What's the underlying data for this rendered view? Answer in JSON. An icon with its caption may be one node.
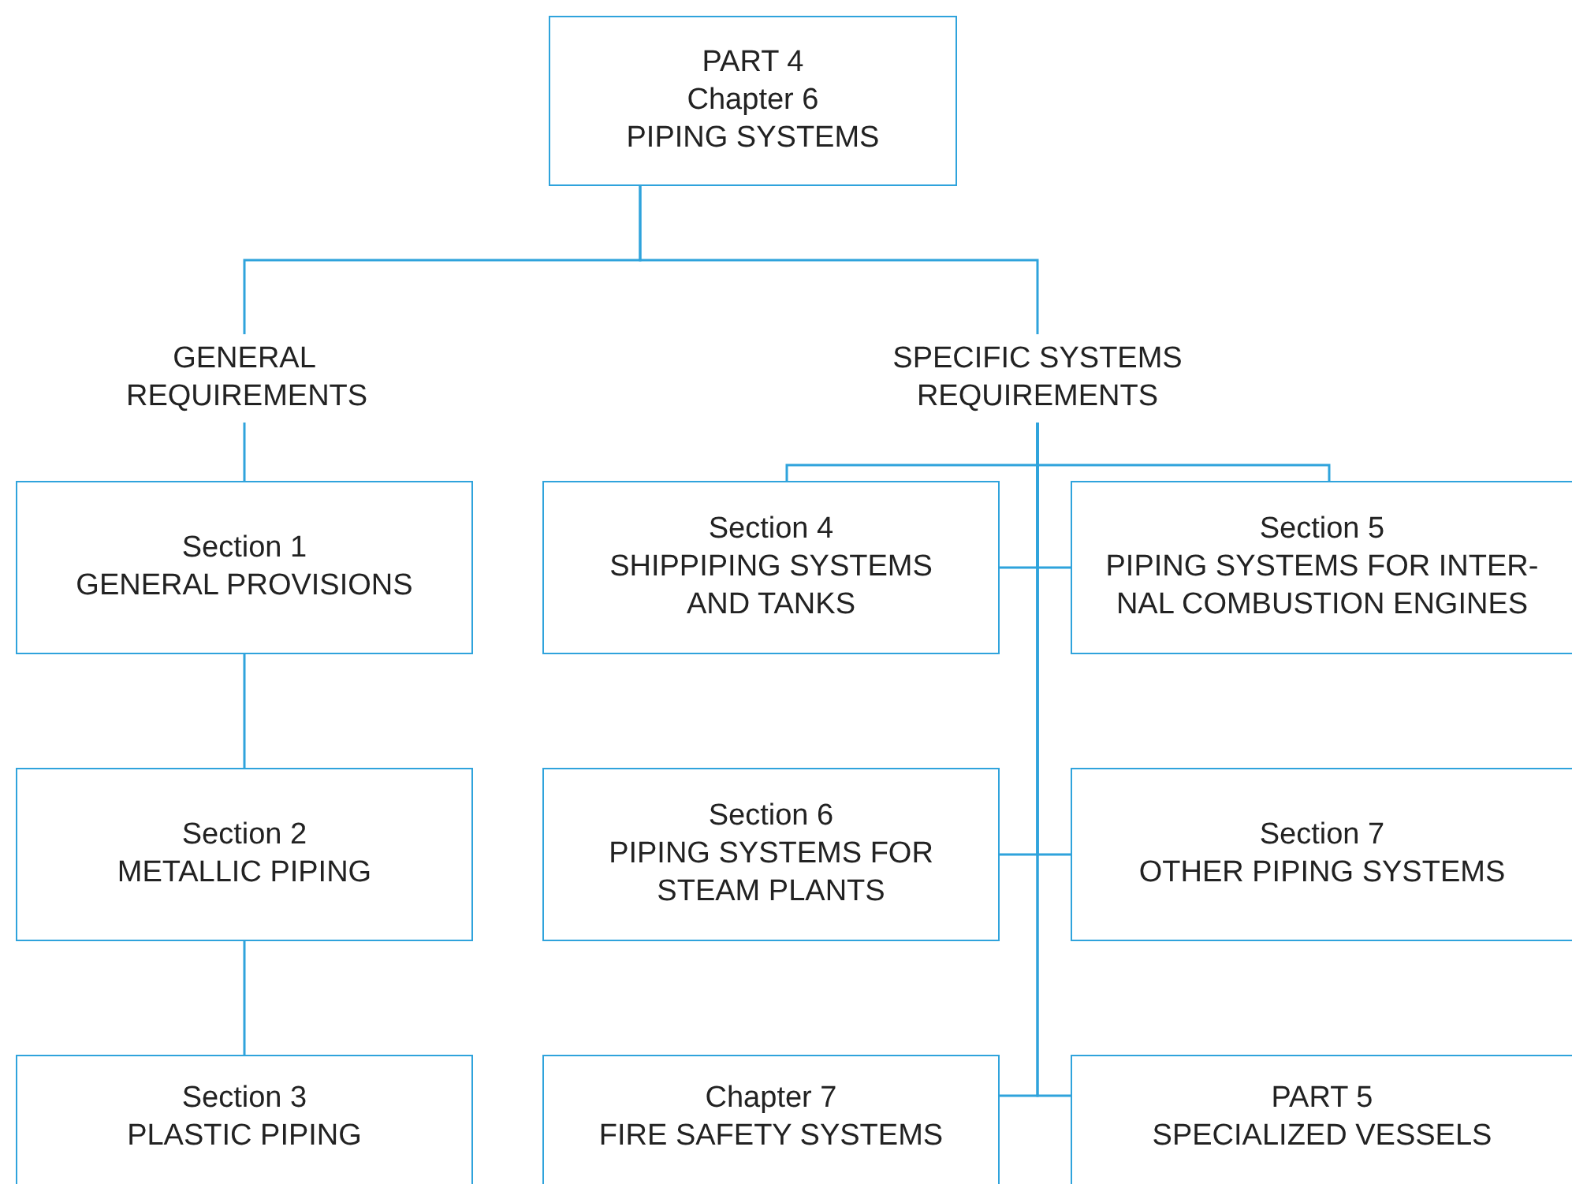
{
  "diagram": {
    "nodes": [
      {
        "text": [
          "PART 4",
          "Chapter 6",
          "PIPING SYSTEMS"
        ]
      },
      {
        "text": [
          "GENERAL REQUIREMENTS"
        ]
      },
      {
        "text": [
          "SPECIFIC SYSTEMS REQUIREMENTS"
        ]
      },
      {
        "text": [
          "Section 1",
          "GENERAL PROVISIONS"
        ]
      },
      {
        "text": [
          "Section 2",
          "METALLIC PIPING"
        ]
      },
      {
        "text": [
          "Section 3",
          "PLASTIC PIPING"
        ]
      },
      {
        "text": [
          "Section 4",
          "SHIPPIPING SYSTEMS AND TANKS"
        ]
      },
      {
        "text": [
          "Section 5",
          "PIPING SYSTEMS FOR INTER- NAL COMBUSTION ENGINES"
        ]
      },
      {
        "text": [
          "Section 6",
          "PIPING SYSTEMS FOR STEAM PLANTS"
        ]
      },
      {
        "text": [
          "Section 7",
          "OTHER PIPING SYSTEMS"
        ]
      },
      {
        "text": [
          "Chapter 7",
          "FIRE SAFETY SYSTEMS"
        ]
      },
      {
        "text": [
          "PART 5",
          "SPECIALIZED VESSELS"
        ]
      }
    ],
    "edges": [
      {
        "from": 0,
        "to": 1,
        "arrow": "none"
      },
      {
        "from": 0,
        "to": 2,
        "arrow": "none"
      },
      {
        "from": 1,
        "to": 3,
        "arrow": "none"
      },
      {
        "from": 3,
        "to": 4,
        "arrow": "none"
      },
      {
        "from": 4,
        "to": 5,
        "arrow": "none"
      },
      {
        "from": 2,
        "to": 6,
        "arrow": "none"
      },
      {
        "from": 2,
        "to": 7,
        "arrow": "none"
      },
      {
        "from": 2,
        "to": 8,
        "arrow": "none"
      },
      {
        "from": 2,
        "to": 9,
        "arrow": "none"
      },
      {
        "from": 2,
        "to": 10,
        "arrow": "none"
      },
      {
        "from": 2,
        "to": 11,
        "arrow": "none"
      }
    ]
  }
}
